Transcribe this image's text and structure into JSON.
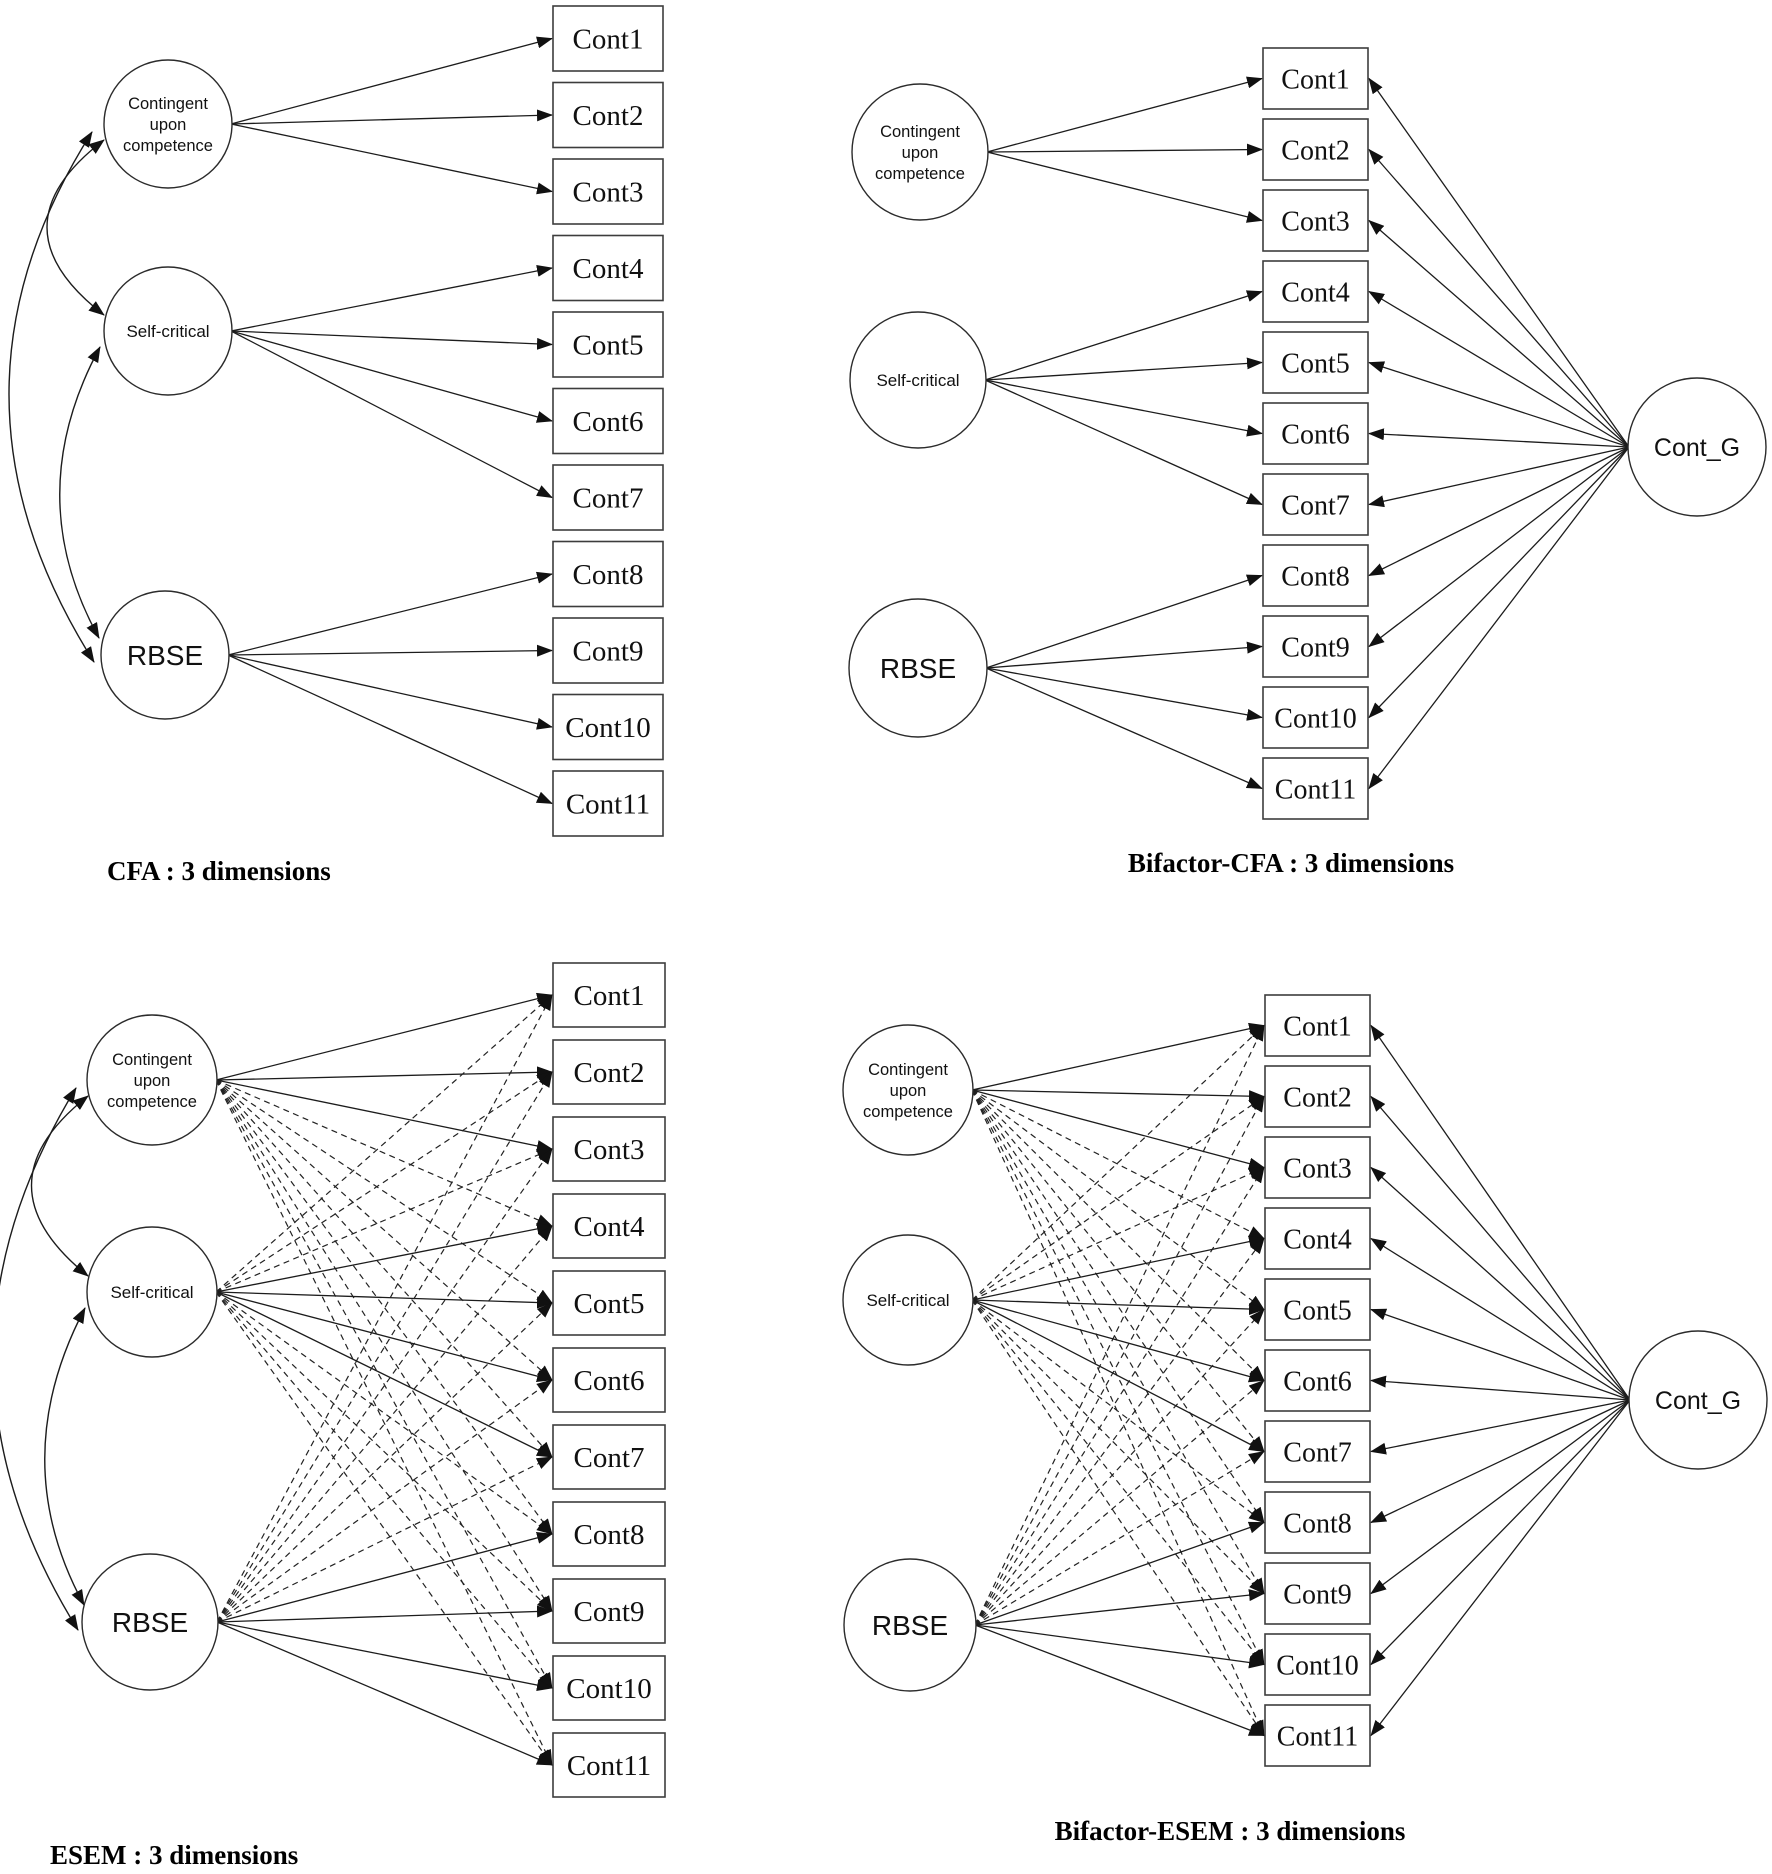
{
  "figure": {
    "background": "#ffffff",
    "line_color": "#1c1c1c",
    "text_color": "#111111",
    "indicators": [
      "Cont1",
      "Cont2",
      "Cont3",
      "Cont4",
      "Cont5",
      "Cont6",
      "Cont7",
      "Cont8",
      "Cont9",
      "Cont10",
      "Cont11"
    ],
    "factors": [
      {
        "id": "contingent-upon-competence",
        "label_lines": [
          "Contingent",
          "upon",
          "competence"
        ],
        "loads_on": [
          1,
          2,
          3
        ]
      },
      {
        "id": "self-critical",
        "label_lines": [
          "Self-critical"
        ],
        "loads_on": [
          4,
          5,
          6,
          7
        ]
      },
      {
        "id": "rbse",
        "label_lines": [
          "RBSE"
        ],
        "loads_on": [
          8,
          9,
          10,
          11
        ]
      }
    ],
    "general_factor": {
      "label": "Cont_G"
    },
    "panels": [
      {
        "id": "cfa",
        "caption": "CFA : 3 dimensions",
        "has_cross_loadings": false,
        "has_general_factor": false,
        "has_factor_correlations": true
      },
      {
        "id": "bifactor_cfa",
        "caption": "Bifactor-CFA : 3 dimensions",
        "has_cross_loadings": false,
        "has_general_factor": true,
        "has_factor_correlations": false
      },
      {
        "id": "esem",
        "caption": "ESEM : 3 dimensions",
        "has_cross_loadings": true,
        "has_general_factor": false,
        "has_factor_correlations": true
      },
      {
        "id": "bifactor_esem",
        "caption": "Bifactor-ESEM : 3 dimensions",
        "has_cross_loadings": true,
        "has_general_factor": true,
        "has_factor_correlations": false
      }
    ]
  }
}
